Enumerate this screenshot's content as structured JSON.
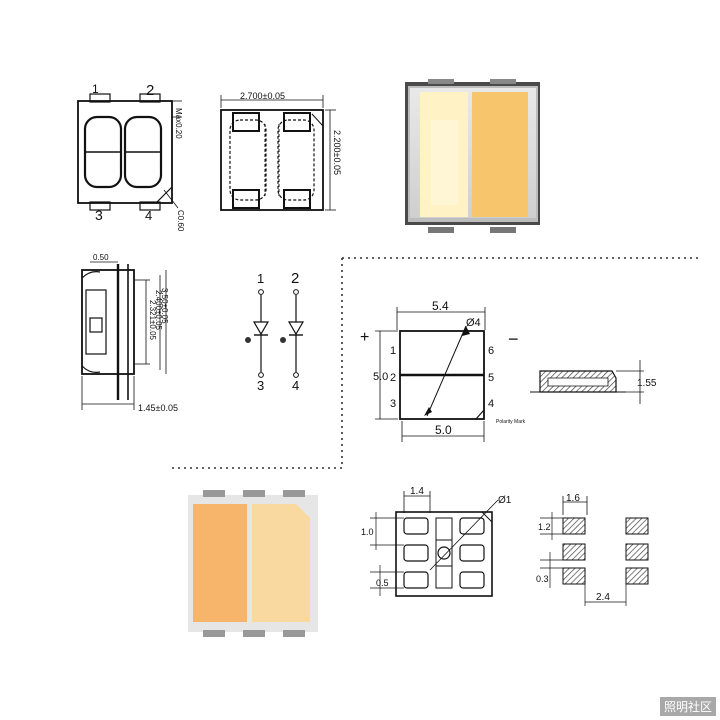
{
  "pin_labels": {
    "p1": "1",
    "p2": "2",
    "p3": "3",
    "p4": "4",
    "p5": "5",
    "p6": "6"
  },
  "dims_2835": {
    "width": "2.700±0.05",
    "height": "2.200±0.05",
    "side_top": "0.50",
    "side_a": "2.400±0.05",
    "side_b": "2.321±0.05",
    "side_c": "3.50±0.05",
    "side_width": "1.45±0.05",
    "top_small": "Max0.20",
    "corner": "C0.60"
  },
  "dims_5054": {
    "top_width": "5.4",
    "bottom_width": "5.0",
    "height": "5.0",
    "diameter": "Ø4",
    "thickness": "1.55",
    "polarity_note": "Polarity Mark",
    "plus": "+",
    "minus": "−"
  },
  "dims_bottom": {
    "pad_w": "1.4",
    "pad_h": "1.0",
    "gap": "0.5",
    "circle": "Ø1",
    "fp_w": "1.6",
    "fp_h": "1.2",
    "fp_gap": "0.3",
    "fp_pitch": "2.4"
  },
  "colors": {
    "warm": "#f7c56b",
    "cool": "#fff2c4",
    "orange": "#f6b56a",
    "cream": "#f9d9a0",
    "hatch": "#555555"
  },
  "watermark": "照明社区"
}
